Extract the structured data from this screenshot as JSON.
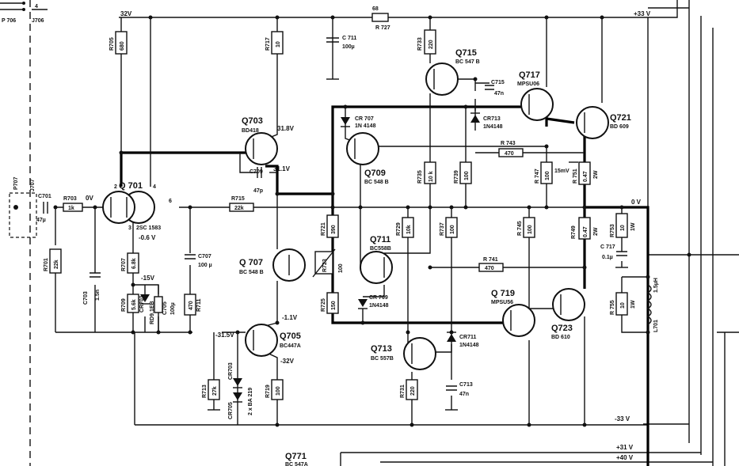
{
  "connectors": {
    "p706": "P 706",
    "j706": "J706",
    "pin4": "4",
    "p707": "P707",
    "j707": "J707"
  },
  "rails": {
    "v32": "32V",
    "v33p": "+33 V",
    "v0": "0 V",
    "v33n": "-33 V",
    "v31p": "+31 V",
    "v40p": "+40 V"
  },
  "transistors": [
    {
      "ref": "Q 701",
      "type": "2SC 1583"
    },
    {
      "ref": "Q703",
      "type": "BD418"
    },
    {
      "ref": "Q 707",
      "type": "BC 548 B"
    },
    {
      "ref": "Q705",
      "type": "BC447A"
    },
    {
      "ref": "Q709",
      "type": "BC 548 B"
    },
    {
      "ref": "Q711",
      "type": "BC558B"
    },
    {
      "ref": "Q713",
      "type": "BC 557B"
    },
    {
      "ref": "Q715",
      "type": "BC 547 B"
    },
    {
      "ref": "Q717",
      "type": "MPSU06"
    },
    {
      "ref": "Q 719",
      "type": "MPSU56"
    },
    {
      "ref": "Q721",
      "type": "BD 609"
    },
    {
      "ref": "Q723",
      "type": "BD 610"
    },
    {
      "ref": "Q771",
      "type": "BC 547A"
    }
  ],
  "resistors": {
    "r701": {
      "ref": "R701",
      "value": "22k"
    },
    "r703": {
      "ref": "R703",
      "value": "1k"
    },
    "r705": {
      "ref": "R705",
      "value": "680"
    },
    "r707": {
      "ref": "R707",
      "value": "6.8k"
    },
    "r709": {
      "ref": "R709",
      "value": "5.6k"
    },
    "r711": {
      "ref": "R711",
      "value": "470"
    },
    "r713": {
      "ref": "R713",
      "value": "27k"
    },
    "r715": {
      "ref": "R715",
      "value": "22k"
    },
    "r717": {
      "ref": "R717",
      "value": "10"
    },
    "r719": {
      "ref": "R719",
      "value": "100"
    },
    "r721": {
      "ref": "R721",
      "value": "390"
    },
    "r723": {
      "ref": "R723",
      "value": "100"
    },
    "r725": {
      "ref": "R725",
      "value": "150"
    },
    "r727": {
      "ref": "R 727",
      "value": "68"
    },
    "r729": {
      "ref": "R729",
      "value": "10k"
    },
    "r731": {
      "ref": "R731",
      "value": "220"
    },
    "r733": {
      "ref": "R733",
      "value": "220"
    },
    "r735": {
      "ref": "R735",
      "value": "10 k"
    },
    "r737": {
      "ref": "R737",
      "value": "100"
    },
    "r739": {
      "ref": "R739",
      "value": "100"
    },
    "r741": {
      "ref": "R 741",
      "value": "470"
    },
    "r743": {
      "ref": "R 743",
      "value": "470"
    },
    "r745": {
      "ref": "R 745",
      "value": "100"
    },
    "r747": {
      "ref": "R 747",
      "value": "100"
    },
    "r749": {
      "ref": "R749",
      "value": "0.47",
      "power": "2W"
    },
    "r751": {
      "ref": "R 751",
      "value": "0.47",
      "power": "2W"
    },
    "r753": {
      "ref": "R753",
      "value": "10",
      "power": "1W"
    },
    "r755": {
      "ref": "R 755",
      "value": "10",
      "power": "1W"
    }
  },
  "capacitors": {
    "c701": {
      "ref": "C701",
      "value": "47µ"
    },
    "c703": {
      "ref": "C703",
      "value": "1.5n"
    },
    "c705": {
      "ref": "C705",
      "value": "100µ"
    },
    "c707": {
      "ref": "C707",
      "value": "100 µ"
    },
    "c709": {
      "ref": "C709",
      "value": "47p"
    },
    "c711": {
      "ref": "C 711",
      "value": "100µ"
    },
    "c713": {
      "ref": "C713",
      "value": "47n"
    },
    "c715": {
      "ref": "C715",
      "value": "47n"
    },
    "c717": {
      "ref": "C 717",
      "value": "0.1µ"
    }
  },
  "diodes": {
    "cr701": {
      "ref": "CR701",
      "type": "RD9.1EB"
    },
    "cr703": {
      "ref": "CR703",
      "type": "2 x BA 219"
    },
    "cr705": {
      "ref": "CR705"
    },
    "cr707": {
      "ref": "CR 707",
      "type": "1N 4148"
    },
    "cr709": {
      "ref": "CR 709",
      "type": "1N4148"
    },
    "cr711": {
      "ref": "CR711",
      "type": "1N4148"
    },
    "cr713": {
      "ref": "CR713",
      "type": "1N4148"
    }
  },
  "inductor": {
    "ref": "L701",
    "value": "1.5µH"
  },
  "voltages": {
    "v_q703": "31.8V",
    "v_q703e": "31.1V",
    "v_q701b": "0V",
    "v_q701e": "-0.6 V",
    "v_m15": "-15V",
    "v_m11": "-1.1V",
    "v_m315": "-31.5V",
    "v_m32": "-32V",
    "v_15mv": "15mV"
  },
  "pins": {
    "p2": "2",
    "p3": "3",
    "p4": "4",
    "p6": "6"
  }
}
